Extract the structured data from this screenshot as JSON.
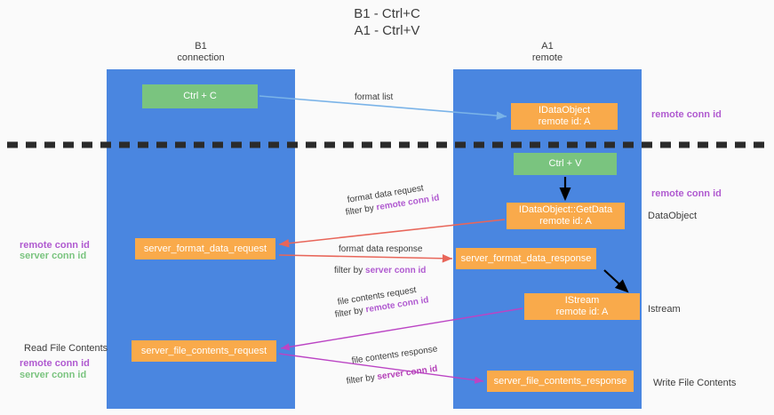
{
  "title": {
    "line1": "B1 - Ctrl+C",
    "line2": "A1 - Ctrl+V"
  },
  "lanes": {
    "left": {
      "name": "B1",
      "role": "connection"
    },
    "right": {
      "name": "A1",
      "role": "remote"
    }
  },
  "boxes": {
    "ctrl_c": {
      "label": "Ctrl + C",
      "color": "#7ac47f"
    },
    "idataobject": {
      "line1": "IDataObject",
      "line2": "remote id: A",
      "color": "#f9aa4b"
    },
    "ctrl_v": {
      "label": "Ctrl + V",
      "color": "#7ac47f"
    },
    "getdata": {
      "line1": "IDataObject::GetData",
      "line2": "remote id: A",
      "color": "#f9aa4b"
    },
    "server_format_data_request": {
      "label": "server_format_data_request",
      "color": "#f9aa4b"
    },
    "server_format_data_response": {
      "label": "server_format_data_response",
      "color": "#f9aa4b"
    },
    "istream": {
      "line1": "IStream",
      "line2": "remote id: A",
      "color": "#f9aa4b"
    },
    "server_file_contents_request": {
      "label": "server_file_contents_request",
      "color": "#f9aa4b"
    },
    "server_file_contents_response": {
      "label": "server_file_contents_response",
      "color": "#f9aa4b"
    }
  },
  "arrow_labels": {
    "format_list": "format list",
    "format_data_request": "format data request",
    "format_data_request_filter_prefix": "filter by ",
    "format_data_request_filter_key": "remote conn id",
    "format_data_response": "format data response",
    "format_data_response_filter_prefix": "filter by ",
    "format_data_response_filter_key": "server conn id",
    "file_contents_request": "file contents request",
    "file_contents_request_filter_prefix": "filter by ",
    "file_contents_request_filter_key": "remote conn id",
    "file_contents_response": "file contents response",
    "file_contents_response_filter_prefix": "filter by ",
    "file_contents_response_filter_key": "server conn id"
  },
  "side_notes": {
    "right_remote_conn_id_top": "remote conn id",
    "right_remote_conn_id_mid": "remote conn id",
    "right_dataobject": "DataObject",
    "right_istream": "Istream",
    "right_write_file_contents": "Write File Contents",
    "left_remote_conn_id_top": "remote conn id",
    "left_server_conn_id_top": "server conn id",
    "left_read_file_contents": "Read File Contents",
    "left_remote_conn_id_bottom": "remote conn id",
    "left_server_conn_id_bottom": "server conn id"
  },
  "colors": {
    "lane": "#4a86e0",
    "green_box": "#7ac47f",
    "orange_box": "#f9aa4b",
    "purple_key": "#b05ad0",
    "magenta_key": "#b43fb8",
    "green_key": "#7ac47f",
    "divider": "#2b2b2b",
    "blue_arrow": "#7ab3e8",
    "red_arrow": "#e8665a",
    "magenta_arrow": "#bb44c4",
    "black_arrow": "#000000",
    "background": "#fafafa"
  }
}
